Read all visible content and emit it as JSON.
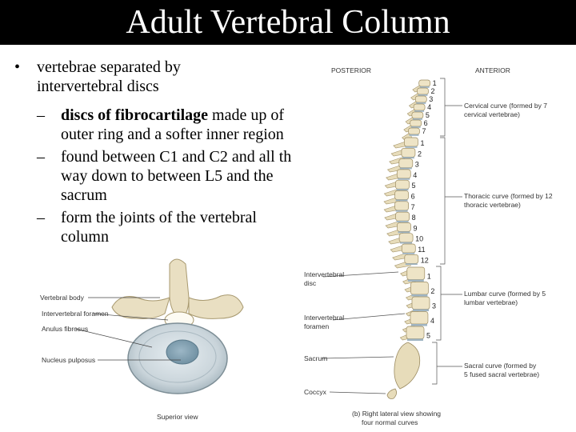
{
  "slide": {
    "title": "Adult Vertebral Column",
    "bullet_marker": "•",
    "bullet_line1": "vertebrae separated by",
    "bullet_line2": "intervertebral discs",
    "sub_marker": "–",
    "sub1_bold": "discs of fibrocartilage",
    "sub1_rest": " made up of",
    "sub1_line2": "outer ring and a softer inner region",
    "sub2_line1": "found between C1 and C2 and all th",
    "sub2_line2": "way down to between L5 and the",
    "sub2_line3": "sacrum",
    "sub3_line1": "form the joints of the vertebral",
    "sub3_line2": "column"
  },
  "vertebra_figure": {
    "labels": [
      "Vertebral body",
      "Intervertebral foramen",
      "Anulus fibrosus",
      "Nucleus pulposus"
    ],
    "caption": "Superior view"
  },
  "spine_figure": {
    "posterior": "POSTERIOR",
    "anterior": "ANTERIOR",
    "cervical_numbers": [
      "1",
      "2",
      "3",
      "4",
      "5",
      "6",
      "7"
    ],
    "thoracic_numbers": [
      "1",
      "2",
      "3",
      "4",
      "5",
      "6",
      "7",
      "8",
      "9",
      "10",
      "11",
      "12"
    ],
    "lumbar_numbers": [
      "1",
      "2",
      "3",
      "4",
      "5"
    ],
    "right_labels": {
      "cervical_1": "Cervical curve (formed by 7",
      "cervical_2": "cervical vertebrae)",
      "thoracic_1": "Thoracic curve (formed by 12",
      "thoracic_2": "thoracic vertebrae)",
      "lumbar_1": "Lumbar curve (formed by 5",
      "lumbar_2": "lumbar vertebrae)",
      "sacral_1": "Sacral curve (formed by",
      "sacral_2": "5 fused sacral vertebrae)"
    },
    "left_labels": {
      "disc_1": "Intervertebral",
      "disc_2": "disc",
      "foramen_1": "Intervertebral",
      "foramen_2": "foramen",
      "sacrum": "Sacrum",
      "coccyx": "Coccyx"
    },
    "caption_1": "(b) Right lateral view showing",
    "caption_2": "four normal curves"
  }
}
